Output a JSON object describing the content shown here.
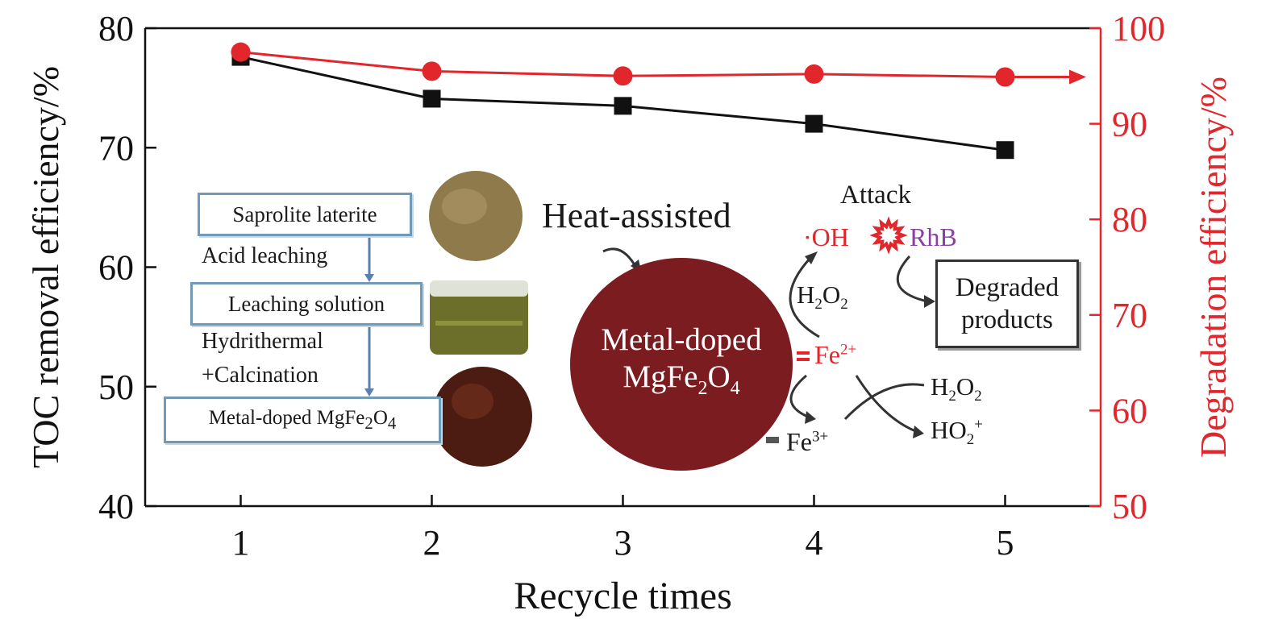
{
  "chart_data": {
    "type": "line",
    "x": [
      1,
      2,
      3,
      4,
      5
    ],
    "xlabel": "Recycle times",
    "xticks": [
      "1",
      "2",
      "3",
      "4",
      "5"
    ],
    "xlim": [
      0.5,
      5.5
    ],
    "series": [
      {
        "axis": "left",
        "marker": "square",
        "color": "#111111",
        "values": [
          77.6,
          74.1,
          73.5,
          72.0,
          69.8
        ]
      },
      {
        "axis": "right",
        "marker": "circle",
        "color": "#e1262c",
        "values": [
          97.5,
          95.5,
          95.0,
          95.2,
          94.9
        ]
      }
    ],
    "y_left": {
      "label": "TOC removal efficiency/%",
      "lim": [
        40,
        80
      ],
      "ticks": [
        "40",
        "50",
        "60",
        "70",
        "80"
      ]
    },
    "y_right": {
      "label": "Degradation efficiency/%",
      "lim": [
        50,
        100
      ],
      "ticks": [
        "50",
        "60",
        "70",
        "80",
        "90",
        "100"
      ],
      "color": "#e1262c"
    }
  },
  "flow": {
    "step1": "Saprolite laterite",
    "process1": "Acid leaching",
    "step2": "Leaching solution",
    "process2a": "Hydrithermal",
    "process2b": "+Calcination",
    "step3_prefix": "Metal-doped MgFe",
    "step3_sub1": "2",
    "step3_mid": "O",
    "step3_sub2": "4"
  },
  "mechanism": {
    "heat": "Heat-assisted",
    "sphere_line1": "Metal-doped",
    "sphere_line2_prefix": "MgFe",
    "sphere_line2_sub1": "2",
    "sphere_line2_mid": "O",
    "sphere_line2_sub2": "4",
    "attack": "Attack",
    "oh": "·OH",
    "rhb": "RhB",
    "h2o2_top_h": "H",
    "h2o2_top_sub1": "2",
    "h2o2_top_o": "O",
    "h2o2_top_sub2": "2",
    "fe2": "Fe",
    "fe2_sup": "2+",
    "fe3": "Fe",
    "fe3_sup": "3+",
    "h2o2_right_h": "H",
    "h2o2_right_sub1": "2",
    "h2o2_right_o": "O",
    "h2o2_right_sub2": "2",
    "ho2": "HO",
    "ho2_sub": "2",
    "ho2_sup": "+",
    "products_line1": "Degraded",
    "products_line2": "products"
  },
  "colors": {
    "accent": "#e1262c",
    "sphere": "#7b1c21",
    "box_border": "#6f9bb8",
    "rhb": "#8a3fa3"
  }
}
